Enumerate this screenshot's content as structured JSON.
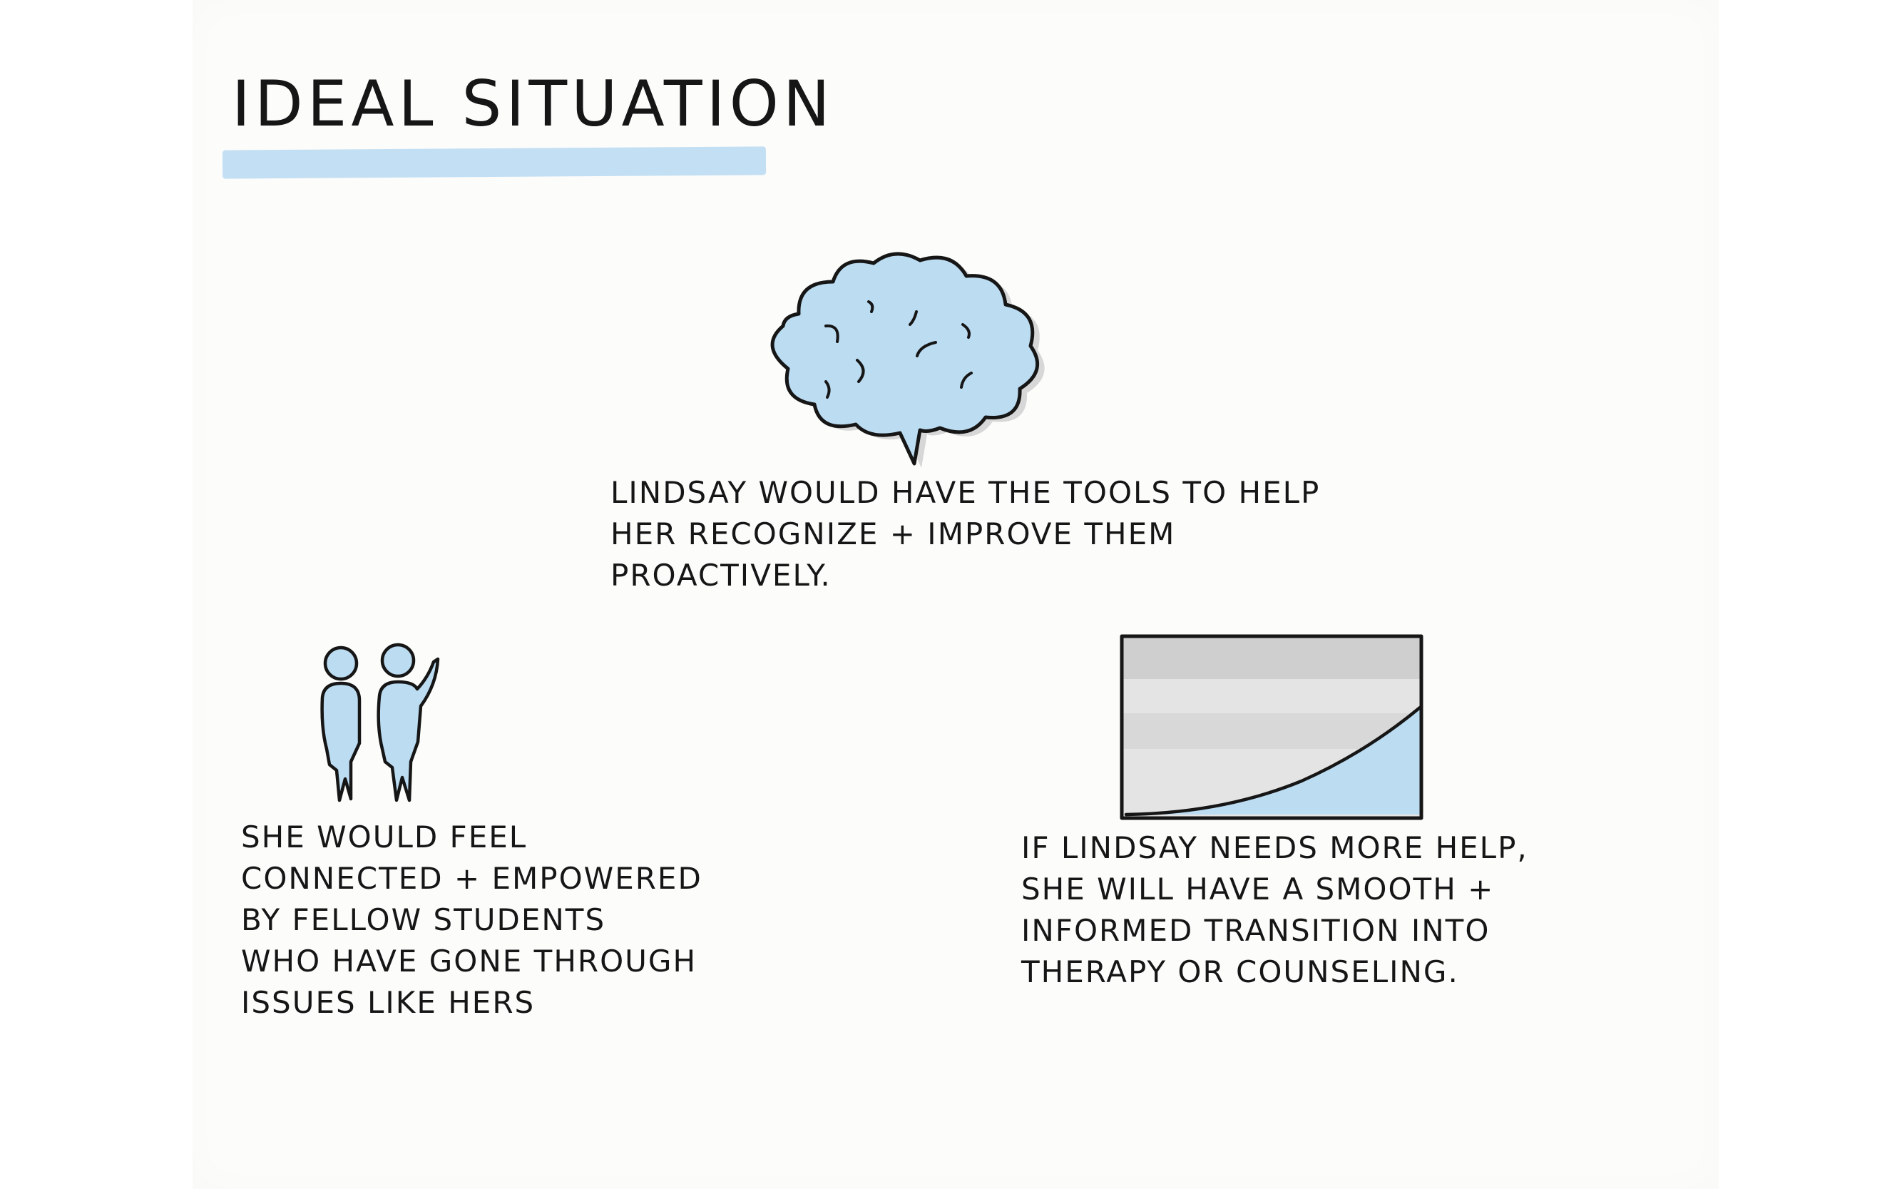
{
  "title": "IDEAL SITUATION",
  "colors": {
    "marker_blue": "#bcdcf2",
    "ink": "#161616",
    "marker_gray": "#d2d2d2"
  },
  "sections": {
    "thoughts": {
      "icon": "thought-cloud-icon",
      "lines": [
        "LINDSAY WOULD HAVE THE TOOLS TO HELP",
        "HER RECOGNIZE + IMPROVE THEM",
        "PROACTIVELY."
      ]
    },
    "peers": {
      "icon": "people-icon",
      "lines": [
        "SHE WOULD FEEL",
        "CONNECTED + EMPOWERED",
        "BY FELLOW STUDENTS",
        "WHO HAVE GONE THROUGH",
        "ISSUES LIKE HERS"
      ]
    },
    "transition": {
      "icon": "rising-curve-chart-icon",
      "lines": [
        "IF LINDSAY NEEDS MORE HELP,",
        "SHE WILL HAVE A SMOOTH +",
        "INFORMED TRANSITION INTO",
        "THERAPY OR COUNSELING."
      ]
    }
  }
}
